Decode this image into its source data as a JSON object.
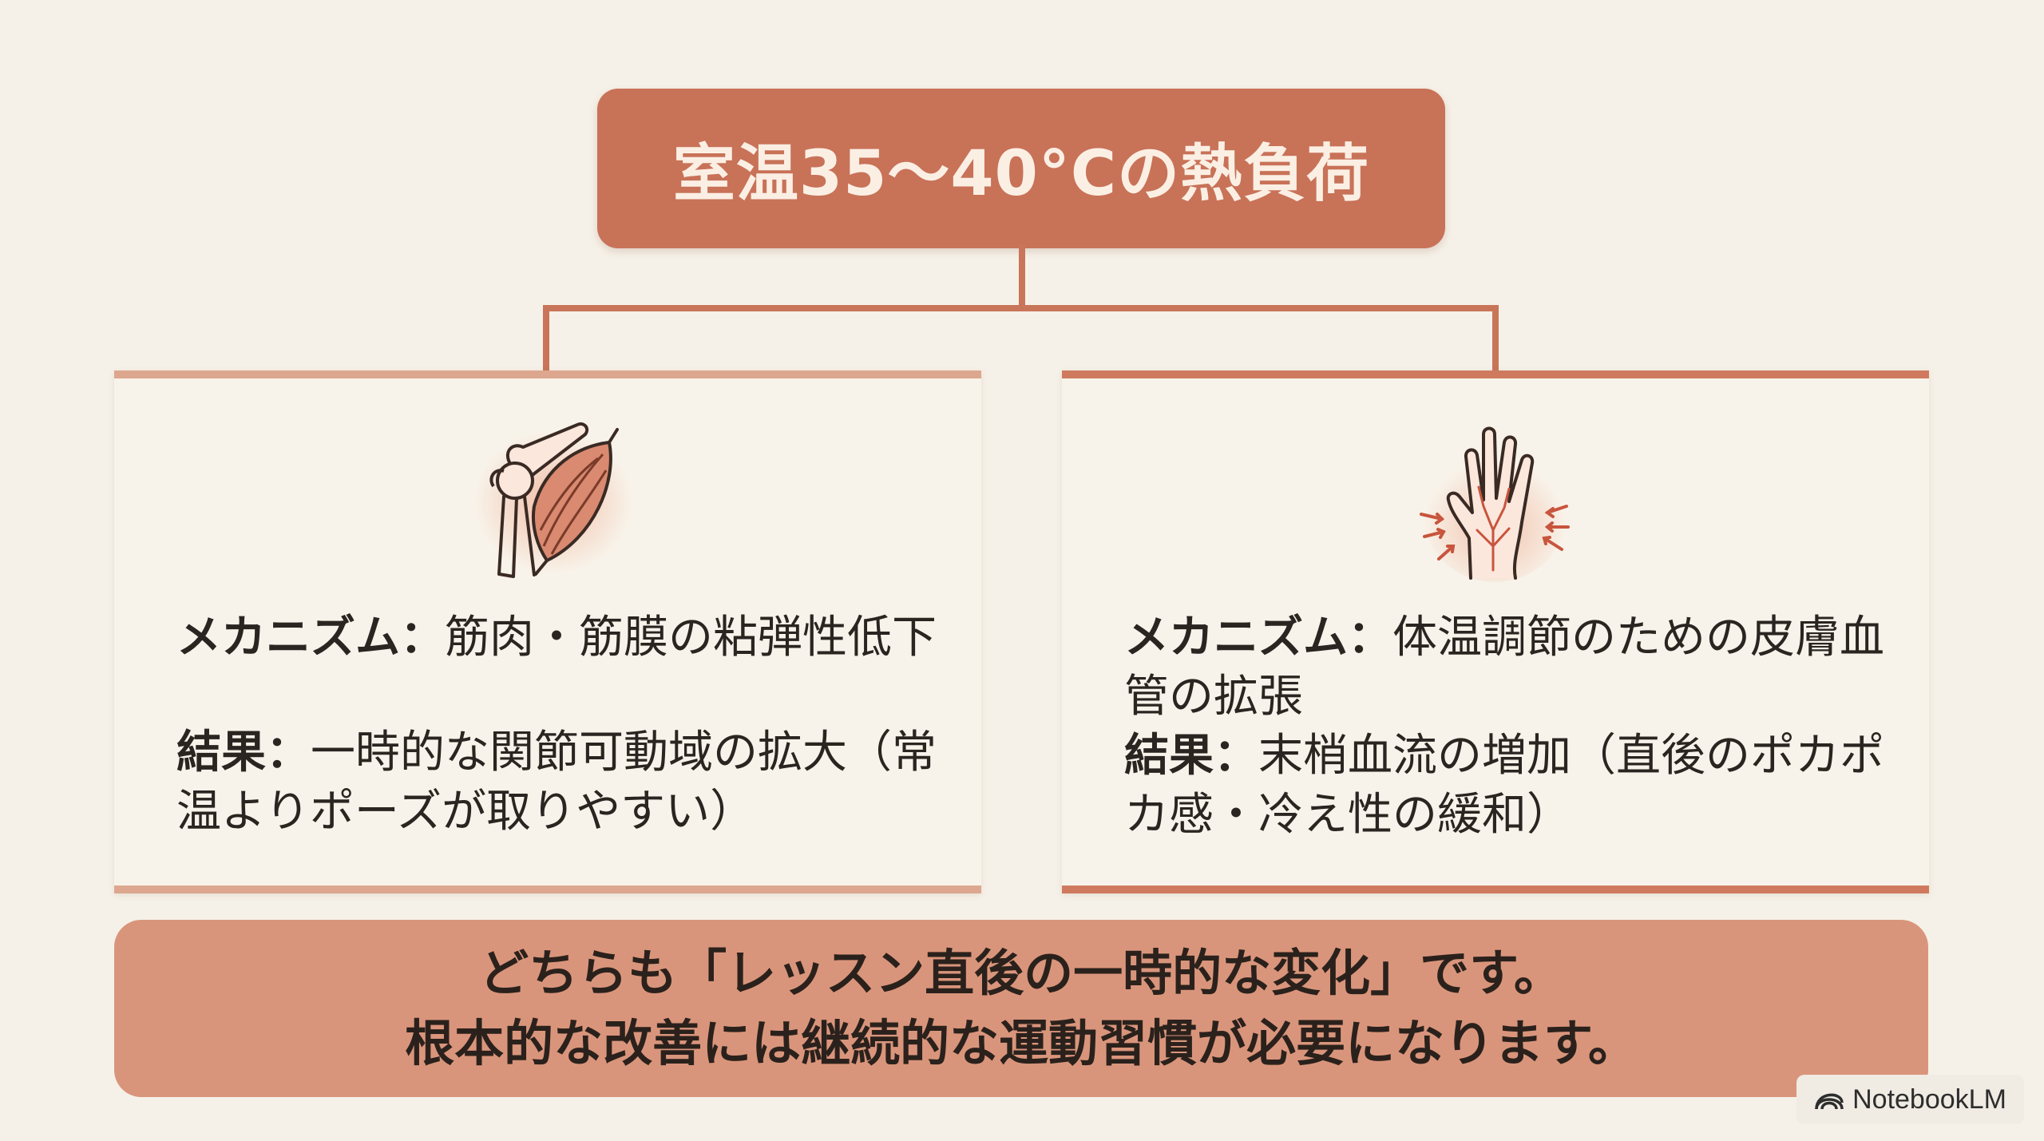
{
  "header": {
    "title": "室温35〜40°Cの熱負荷"
  },
  "cards": [
    {
      "icon": "muscle-joint-icon",
      "mechanism_label": "メカニズム：",
      "mechanism_text": "筋肉・筋膜の粘弾性低下",
      "result_label": "結果：",
      "result_text": "一時的な関節可動域の拡大（常温よりポーズが取りやすい）"
    },
    {
      "icon": "hand-blood-vessel-icon",
      "mechanism_label": "メカニズム：",
      "mechanism_text": "体温調節のための皮膚血管の拡張",
      "result_label": "結果：",
      "result_text": "末梢血流の増加（直後のポカポカ感・冷え性の緩和）"
    }
  ],
  "footer": {
    "line1": "どちらも「レッスン直後の一時的な変化」です。",
    "line2": "根本的な改善には継続的な運動習慣が必要になります。"
  },
  "brand": {
    "name": "NotebookLM"
  },
  "colors": {
    "background": "#f6f1e8",
    "title_box": "#c87258",
    "connector": "#c8755a",
    "footer_box": "#d9957b"
  }
}
